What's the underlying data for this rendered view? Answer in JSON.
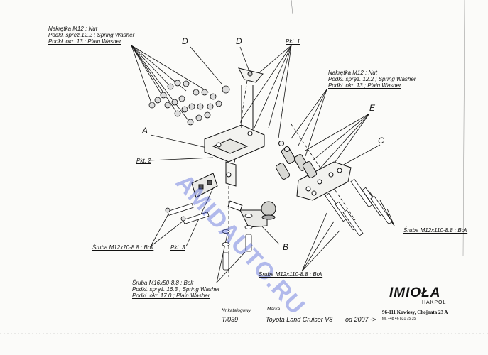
{
  "labels": {
    "nut_group_top": [
      "Nakrętka M12 ; Nut",
      "Podkł. spręż.12.2 ; Spring Washer",
      "Podkł. okr. 13 ; Plain Washer"
    ],
    "nut_group_right": [
      "Nakrętka M12 ; Nut",
      "Podkł. spręż. 12.2 ; Spring Washer",
      "Podkł. okr. 13 ; Plain Washer"
    ],
    "pkt1": "Pkt. 1",
    "pkt2": "Pkt. 2",
    "pkt3": "Pkt. 3",
    "letter_a": "A",
    "letter_b": "B",
    "letter_c": "C",
    "letter_d1": "D",
    "letter_d2": "D",
    "letter_e": "E",
    "bolt_m12x70": "Śruba M12x70-8.8 ;  Bolt",
    "bolt_m12x110_right": "Śruba M12x110-8.8 ;  Bolt",
    "bolt_m12x110_bottom": "Śruba M12x110-8.8 ;  Bolt",
    "bolt_group_m16": [
      "Śruba M16x50-8.8 ;  Bolt",
      "Podkł. spręż. 16.3 ; Spring Washer",
      "Podkł. okr. 17.0 ; Plain Washer"
    ]
  },
  "watermark": "AMIDAUTO.RU",
  "title_block": {
    "catalog_header": "Nr katalogowy",
    "catalog_number": "T/039",
    "make_header": "Marka",
    "model": "Toyota Land Cruiser V8",
    "year": "od 2007 ->"
  },
  "company": {
    "logo_name": "IMIOŁA",
    "logo_sub": "HAKPOL",
    "address": "96-111 Kowiesy, Chojnata 23 A",
    "phone": "tel. +48 46 831 75 35"
  }
}
